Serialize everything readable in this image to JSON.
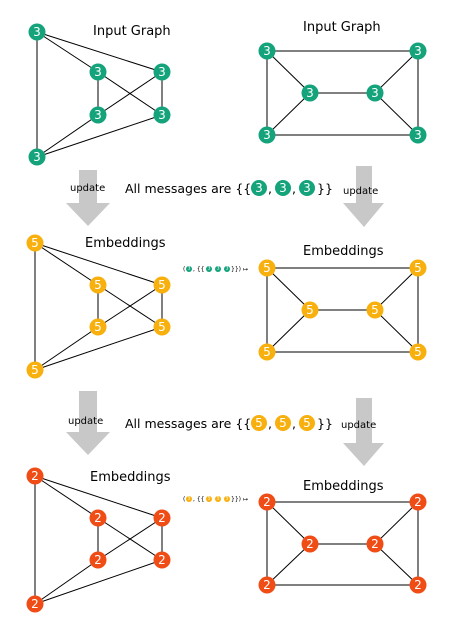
{
  "colors": {
    "round0": "#14a37b",
    "round1": "#f7b00d",
    "round2": "#f04d16",
    "arrow": "#c8c8c8"
  },
  "rows": [
    {
      "label": "3",
      "title_left": "Input Graph",
      "title_right": "Input Graph"
    },
    {
      "label": "5",
      "title_left": "Embeddings",
      "title_right": "Embeddings",
      "hash": {
        "prefix": "(",
        "self": "3",
        "sep": ", {{",
        "msgs": [
          "3",
          "3",
          "3"
        ],
        "suffix": "}}) ↦"
      }
    },
    {
      "label": "2",
      "title_left": "Embeddings",
      "title_right": "Embeddings",
      "hash": {
        "prefix": "(",
        "self": "5",
        "sep": ", {{",
        "msgs": [
          "5",
          "5",
          "5"
        ],
        "suffix": "}}) ↦"
      }
    }
  ],
  "transitions": [
    {
      "update_left": "update",
      "update_right": "update",
      "message_text": "All messages are {{",
      "message_values": [
        "3",
        "3",
        "3"
      ],
      "message_end": "}}"
    },
    {
      "update_left": "update",
      "update_right": "update",
      "message_text": "All messages are {{",
      "message_values": [
        "5",
        "5",
        "5"
      ],
      "message_end": "}}"
    }
  ]
}
